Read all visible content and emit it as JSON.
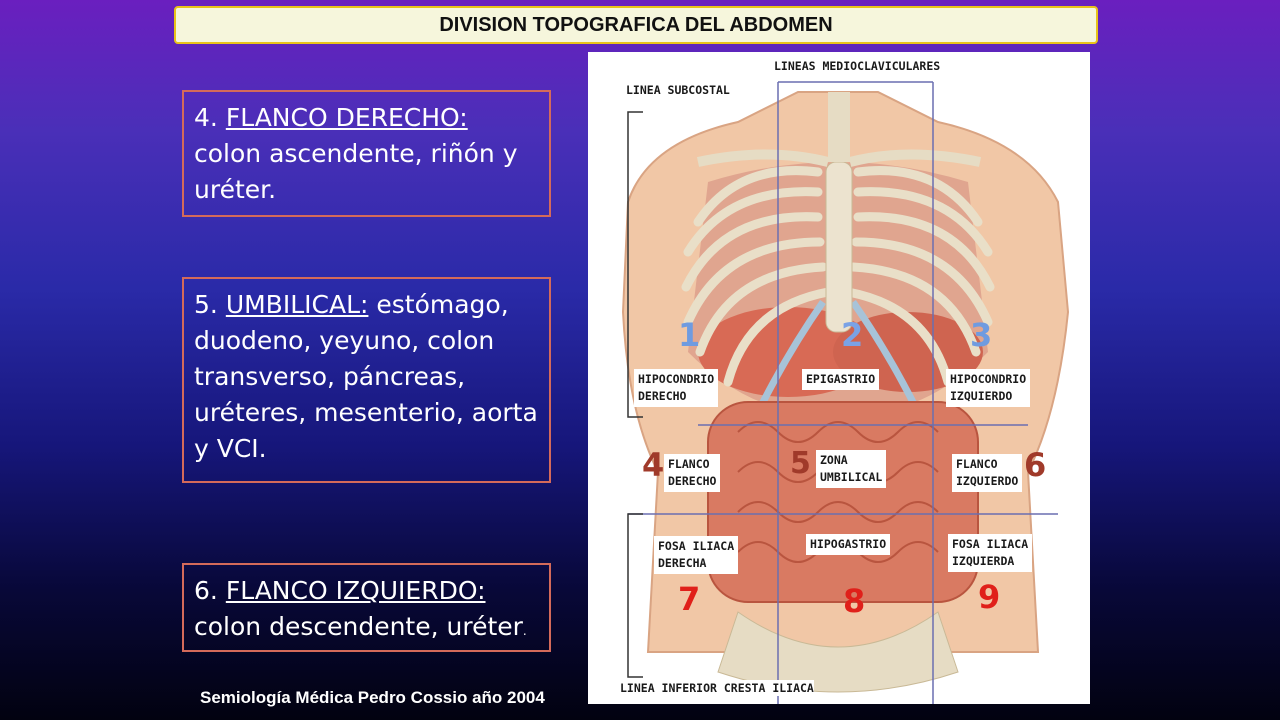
{
  "header": {
    "title": "DIVISION TOPOGRAFICA DEL ABDOMEN"
  },
  "boxes": [
    {
      "number": "4. ",
      "heading": "FLANCO DERECHO:",
      "body": " colon ascendente, riñón y uréter."
    },
    {
      "number": "5. ",
      "heading": "UMBILICAL:",
      "body": " estómago, duodeno, yeyuno, colon transverso, páncreas, uréteres, mesenterio, aorta y VCI."
    },
    {
      "number": "6. ",
      "heading": "FLANCO IZQUIERDO:",
      "body": " colon descendente, uréter",
      "suffix": "."
    }
  ],
  "footer": {
    "credit": "Semiología Médica Pedro Cossio año 2004"
  },
  "figure": {
    "top_label": "LINEAS MEDIOCLAVICULARES",
    "subcostal_label": "LINEA SUBCOSTAL",
    "iliac_label": "LINEA INFERIOR CRESTA ILIACA",
    "regions": [
      {
        "num": "1",
        "label": "HIPOCONDRIO\nDERECHO",
        "color": "#6f9be0"
      },
      {
        "num": "2",
        "label": "EPIGASTRIO",
        "color": "#7aa2e6"
      },
      {
        "num": "3",
        "label": "HIPOCONDRIO\nIZQUIERDO",
        "color": "#6f9be0"
      },
      {
        "num": "4",
        "label": "FLANCO\nDERECHO",
        "color": "#a03a2a"
      },
      {
        "num": "5",
        "label": "ZONA\nUMBILICAL",
        "color": "#a03a2a"
      },
      {
        "num": "6",
        "label": "FLANCO\nIZQUIERDO",
        "color": "#a03a2a"
      },
      {
        "num": "7",
        "label": "FOSA ILIACA\nDERECHA",
        "color": "#e0201a"
      },
      {
        "num": "8",
        "label": "HIPOGASTRIO",
        "color": "#e0201a"
      },
      {
        "num": "9",
        "label": "FOSA ILIACA\nIZQUIERDA",
        "color": "#e0201a"
      }
    ]
  }
}
